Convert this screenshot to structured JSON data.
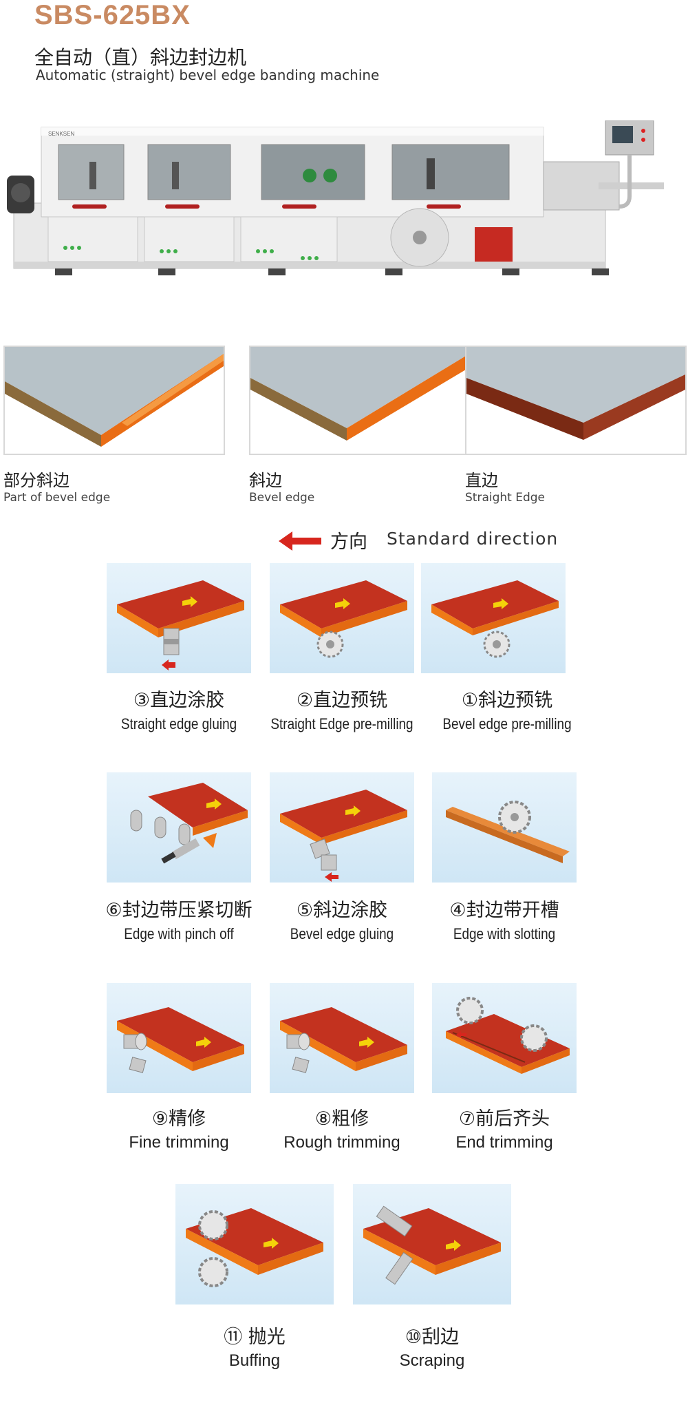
{
  "header": {
    "model": "SBS-625BX",
    "title_cn": "全自动（直）斜边封边机",
    "title_en": "Automatic (straight) bevel edge banding machine",
    "brand_logo": "SENKSEN"
  },
  "edge_types": [
    {
      "cn": "部分斜边",
      "en": "Part of bevel edge"
    },
    {
      "cn": "斜边",
      "en": "Bevel edge"
    },
    {
      "cn": "直边",
      "en": "Straight Edge"
    }
  ],
  "direction": {
    "cn": "方向",
    "en": "Standard direction"
  },
  "steps": [
    {
      "cn": "③直边涂胶",
      "en": "Straight edge gluing",
      "icon": "gluing-icon"
    },
    {
      "cn": "②直边预铣",
      "en": "Straight Edge pre-milling",
      "icon": "pre-milling-icon"
    },
    {
      "cn": "①斜边预铣",
      "en": "Bevel edge pre-milling",
      "icon": "bevel-pre-milling-icon"
    },
    {
      "cn": "⑥封边带压紧切断",
      "en": "Edge with pinch off",
      "icon": "pinch-off-icon"
    },
    {
      "cn": "⑤斜边涂胶",
      "en": "Bevel edge gluing",
      "icon": "bevel-gluing-icon"
    },
    {
      "cn": "④封边带开槽",
      "en": "Edge with  slotting",
      "icon": "slotting-icon"
    },
    {
      "cn": "⑨精修",
      "en": "Fine trimming",
      "icon": "fine-trimming-icon"
    },
    {
      "cn": "⑧粗修",
      "en": "Rough trimming",
      "icon": "rough-trimming-icon"
    },
    {
      "cn": "⑦前后齐头",
      "en": "End trimming",
      "icon": "end-trimming-icon"
    },
    {
      "cn": "⑪ 抛光",
      "en": "Buffing",
      "icon": "buffing-icon"
    },
    {
      "cn": "⑩刮边",
      "en": "Scraping",
      "icon": "scraping-icon"
    }
  ],
  "colors": {
    "model": "#c98a62",
    "board_red": "#c3321f",
    "board_orange": "#ef7a17",
    "arrow_red": "#d7261e",
    "tile_blue": "#d6eaf7"
  }
}
